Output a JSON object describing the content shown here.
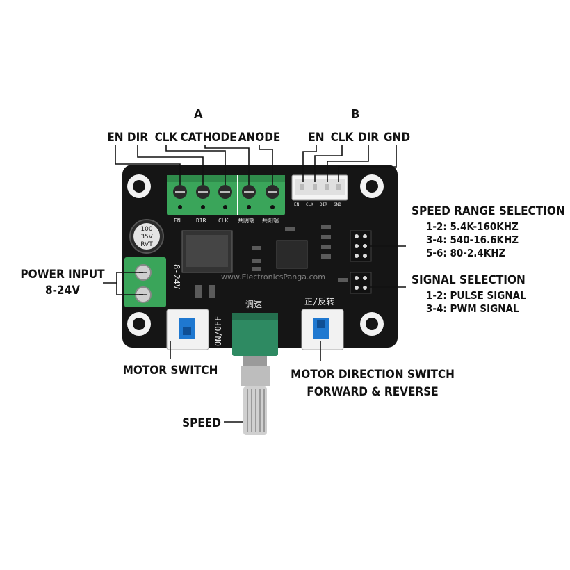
{
  "connectors": {
    "a": {
      "heading": "A",
      "pins": [
        "EN",
        "DIR",
        "CLK",
        "CATHODE",
        "ANODE"
      ]
    },
    "b": {
      "heading": "B",
      "pins": [
        "EN",
        "CLK",
        "DIR",
        "GND"
      ]
    }
  },
  "speed_range": {
    "title": "SPEED RANGE SELECTION",
    "options": [
      "1-2: 5.4K-160KHZ",
      "3-4: 540-16.6KHZ",
      "5-6: 80-2.4KHZ"
    ]
  },
  "signal_selection": {
    "title": "SIGNAL SELECTION",
    "options": [
      "1-2: PULSE SIGNAL",
      "3-4: PWM SIGNAL"
    ]
  },
  "power_input": {
    "line1": "POWER INPUT",
    "line2": "8-24V"
  },
  "motor_switch": "MOTOR SWITCH",
  "motor_direction": {
    "line1": "MOTOR DIRECTION SWITCH",
    "line2": "FORWARD & REVERSE"
  },
  "speed": "SPEED",
  "board_silk": {
    "terminal_a": [
      "EN",
      "DIR",
      "CLK",
      "共阴端",
      "共阳端"
    ],
    "header_b": [
      "EN",
      "CLK",
      "DIR",
      "GND"
    ],
    "voltage": "8-24V",
    "on_off": "ON/OFF",
    "speed_cn": "调速",
    "direction_cn": "正/反转",
    "cap": [
      "100",
      "35V",
      "RVT"
    ],
    "watermark": "www.ElectronicsPanga.com"
  },
  "colors": {
    "board": "#151515",
    "terminal_green": "#3aa55a",
    "switch_blue": "#1f78d0",
    "knob_green": "#2e8a62",
    "shaft": "#c8c8c8",
    "label": "#111111"
  },
  "icons": {
    "board": "pcb-board",
    "terminal": "screw-terminal-block",
    "switch": "slide-switch",
    "potentiometer": "rotary-potentiometer",
    "capacitor": "electrolytic-capacitor"
  }
}
